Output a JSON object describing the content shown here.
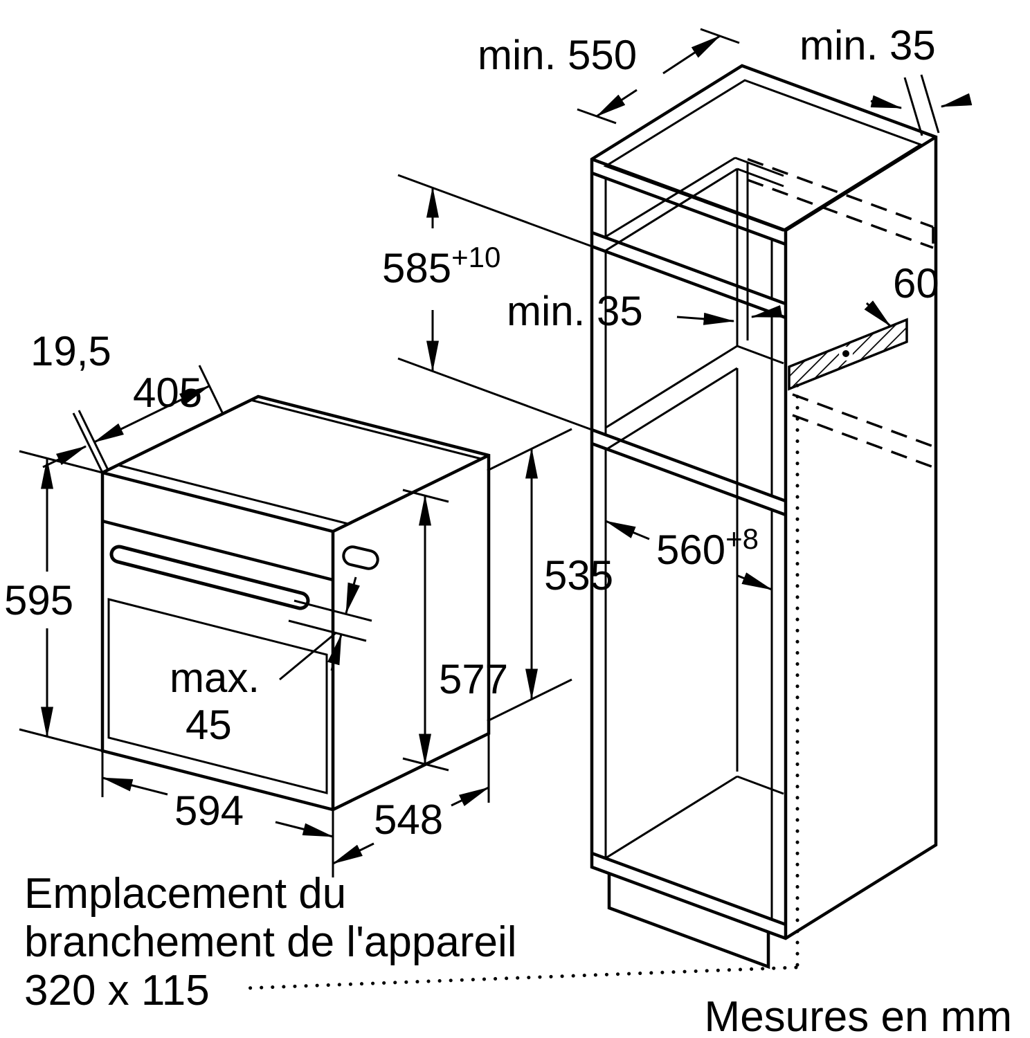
{
  "diagram": {
    "cabinet": {
      "niche_depth_label": "min. 550",
      "rear_gap_top_label": "min. 35",
      "niche_height_value": "585",
      "niche_height_tolerance": "+10",
      "rear_gap_mid_label": "min. 35",
      "connection_strip_height": "60",
      "niche_width_value": "560",
      "niche_width_tolerance": "+8"
    },
    "oven": {
      "control_panel_depth": "19,5",
      "top_depth": "405",
      "front_height": "595",
      "rear_height": "535",
      "body_height": "577",
      "handle_clearance_prefix": "max.",
      "handle_clearance_value": "45",
      "front_width": "594",
      "body_depth": "548"
    },
    "connection_note_line1": "Emplacement du",
    "connection_note_line2": "branchement de l'appareil",
    "connection_note_line3": "320 x 115",
    "units_note": "Mesures en mm"
  }
}
